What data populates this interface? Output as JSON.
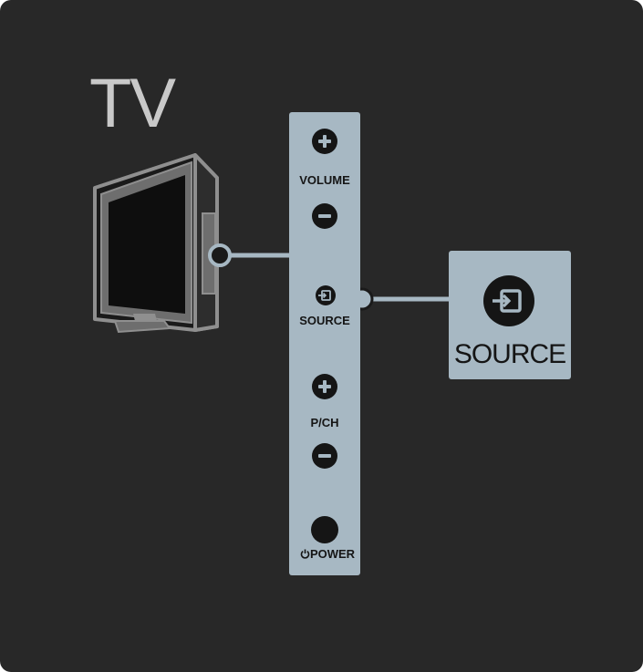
{
  "title": "TV",
  "side_panel": {
    "volume_label": "VOLUME",
    "source_label": "SOURCE",
    "channel_label": "P/CH",
    "power_label": "POWER"
  },
  "callout": {
    "label": "SOURCE"
  },
  "icons": {
    "volume_up": "plus-icon",
    "volume_down": "minus-icon",
    "source": "source-input-icon",
    "channel_up": "plus-icon",
    "channel_down": "minus-icon",
    "power": "power-icon"
  },
  "colors": {
    "background": "#282828",
    "panel": "#a7b8c3",
    "title": "#c9c9c9",
    "icon": "#151515"
  }
}
